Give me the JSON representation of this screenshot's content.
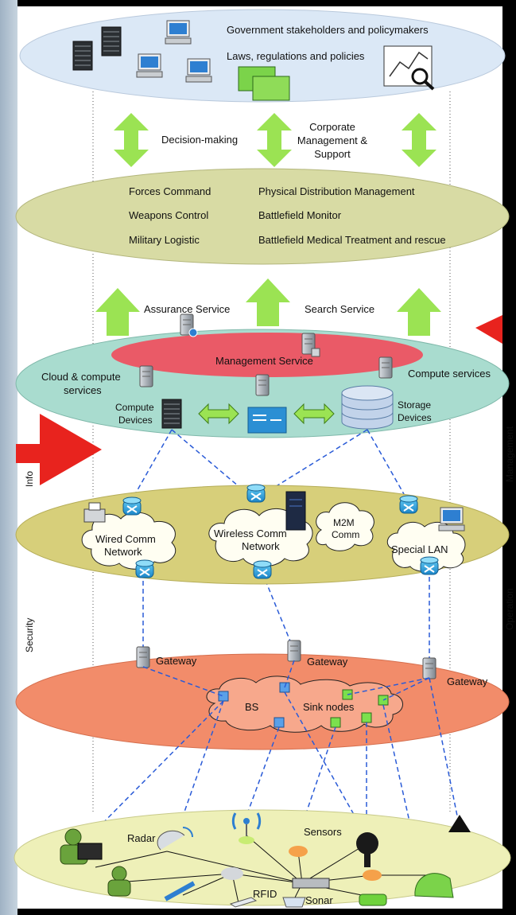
{
  "layer_top": {
    "line1": "Government stakeholders and policymakers",
    "line2": "Laws, regulations and policies"
  },
  "arrows_top": {
    "left": "Decision-making",
    "right_line1": "Corporate",
    "right_line2": "Management &",
    "right_line3": "Support"
  },
  "applications": {
    "forces_command": "Forces Command",
    "weapons_control": "Weapons Control",
    "military_logistic": "Military Logistic",
    "physical_distribution": "Physical Distribution Management",
    "battlefield_monitor": "Battlefield Monitor",
    "medical": "Battlefield Medical Treatment and rescue"
  },
  "arrows_mid": {
    "assurance": "Assurance Service",
    "search": "Search Service"
  },
  "cloud_layer": {
    "management_service": "Management Service",
    "cloud_compute_line1": "Cloud & compute",
    "cloud_compute_line2": "services",
    "compute_services": "Compute services",
    "compute_devices_line1": "Compute",
    "compute_devices_line2": "Devices",
    "storage_devices_line1": "Storage",
    "storage_devices_line2": "Devices"
  },
  "network_layer": {
    "wired_line1": "Wired Comm",
    "wired_line2": "Network",
    "wireless_line1": "Wireless Comm",
    "wireless_line2": "Network",
    "m2m_line1": "M2M",
    "m2m_line2": "Comm",
    "special_lan": "Special LAN"
  },
  "gateway_layer": {
    "gateway_left": "Gateway",
    "gateway_mid": "Gateway",
    "gateway_right": "Gateway",
    "bs": "BS",
    "sink_nodes": "Sink nodes"
  },
  "sensing_layer": {
    "radar": "Radar",
    "sensors": "Sensors",
    "rfid": "RFID",
    "sonar": "Sonar"
  },
  "side_labels": {
    "info": "Info",
    "security": "Security",
    "management": "Management",
    "operation": "Operation"
  },
  "colors": {
    "top_layer": "#dbe8f6",
    "app_layer": "#d8dba4",
    "cloud_layer": "#a9dccf",
    "management_band": "#ea5a67",
    "network_layer": "#d7cf7a",
    "gateway_layer": "#f28c6a",
    "sensing_layer": "#eef0b8",
    "arrow_green": "#9be353",
    "red_arrow": "#e8231e",
    "dashed_link": "#2a5bd7"
  }
}
